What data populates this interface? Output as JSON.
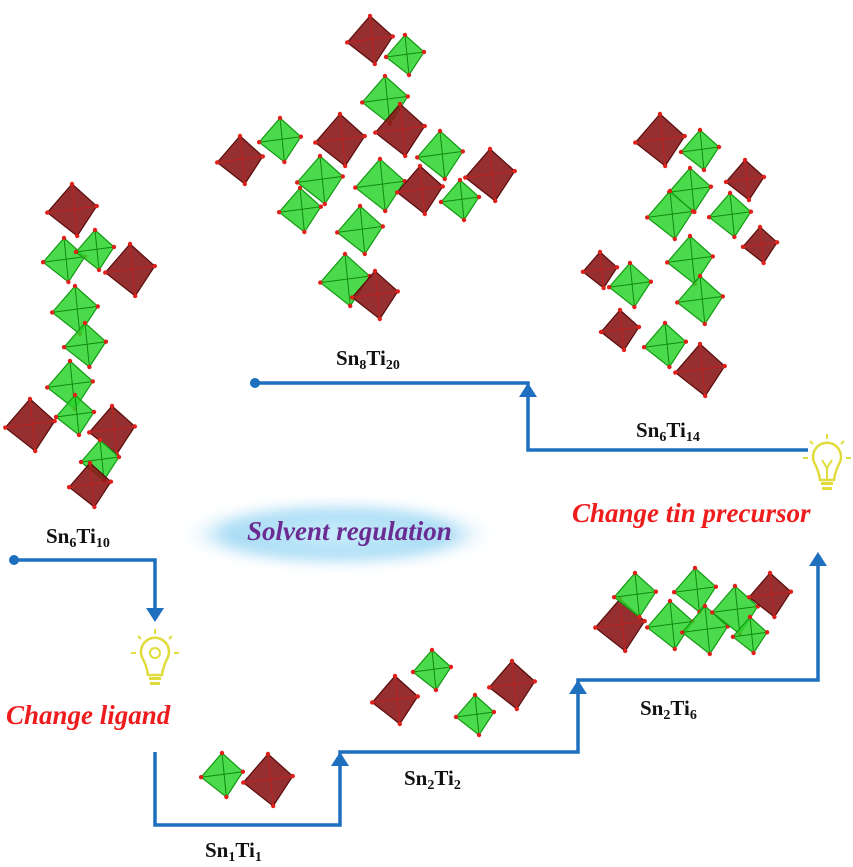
{
  "colors": {
    "arrow": "#1f6fbf",
    "annotation": "#ee1c1c",
    "solvent_text": "#6b2c91",
    "cloud": "#9fd6f3",
    "sn_octahedron": "#8b1a1a",
    "ti_octahedron": "#2bd42b",
    "bulb": "#e0dc3c"
  },
  "labels": {
    "sn6ti10": {
      "sn": "Sn",
      "n1": "6",
      "ti": "Ti",
      "n2": "10"
    },
    "sn8ti20": {
      "sn": "Sn",
      "n1": "8",
      "ti": "Ti",
      "n2": "20"
    },
    "sn6ti14": {
      "sn": "Sn",
      "n1": "6",
      "ti": "Ti",
      "n2": "14"
    },
    "sn1ti1": {
      "sn": "Sn",
      "n1": "1",
      "ti": "Ti",
      "n2": "1"
    },
    "sn2ti2": {
      "sn": "Sn",
      "n1": "2",
      "ti": "Ti",
      "n2": "2"
    },
    "sn2ti6": {
      "sn": "Sn",
      "n1": "2",
      "ti": "Ti",
      "n2": "6"
    }
  },
  "annotations": {
    "solvent": "Solvent regulation",
    "ligand": "Change ligand",
    "tin_precursor": "Change tin precursor"
  },
  "icons": {
    "ligand_bulb": "lightbulb-gear-icon",
    "precursor_bulb": "lightbulb-icon"
  }
}
